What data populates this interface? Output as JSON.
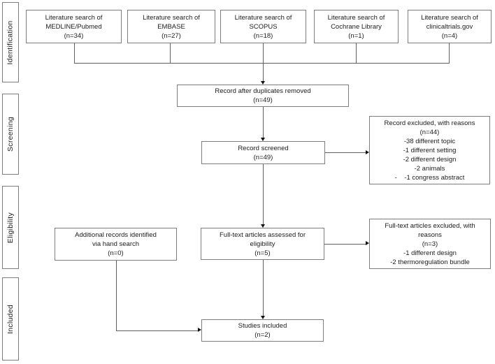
{
  "figure": {
    "background": "#ffffff",
    "box_border_color": "#7d7d7d",
    "connector_color": "#5f5f5f",
    "arrowhead_color": "#111111",
    "text_color": "#1c1c1c"
  },
  "stages": {
    "identification": "Identification",
    "screening": "Screening",
    "eligibility": "Eligibility",
    "included": "Included"
  },
  "boxes": {
    "medline": [
      "Literature search of",
      "MEDLINE/Pubmed",
      "(n=34)"
    ],
    "embase": [
      "Literature search of",
      "EMBASE",
      "(n=27)"
    ],
    "scopus": [
      "Literature search of",
      "SCOPUS",
      "(n=18)"
    ],
    "cochrane": [
      "Literature search of",
      "Cochrane Library",
      "(n=1)"
    ],
    "clinicaltrials": [
      "Literature search of",
      "clinicaltrials.gov",
      "(n=4)"
    ],
    "duplicates_removed": [
      "Record after duplicates removed",
      "(n=49)"
    ],
    "screened": [
      "Record screened",
      "(n=49)"
    ],
    "record_excluded": [
      "Record excluded, with reasons",
      "(n=44)",
      "-38 different topic",
      "-1 different setting",
      "-2 different design",
      "-2 animals",
      "-    -1 congress abstract"
    ],
    "hand_search": [
      "Additional records identified",
      "via hand search",
      "(n=0)"
    ],
    "fulltext_assessed": [
      "Full-text articles assessed for",
      "eligibility",
      "(n=5)"
    ],
    "fulltext_excluded": [
      "Full-text articles excluded, with",
      "reasons",
      "(n=3)",
      "-1 different design",
      "-2 thermoregulation bundle"
    ],
    "studies_included": [
      "Studies included",
      "(n=2)"
    ]
  }
}
